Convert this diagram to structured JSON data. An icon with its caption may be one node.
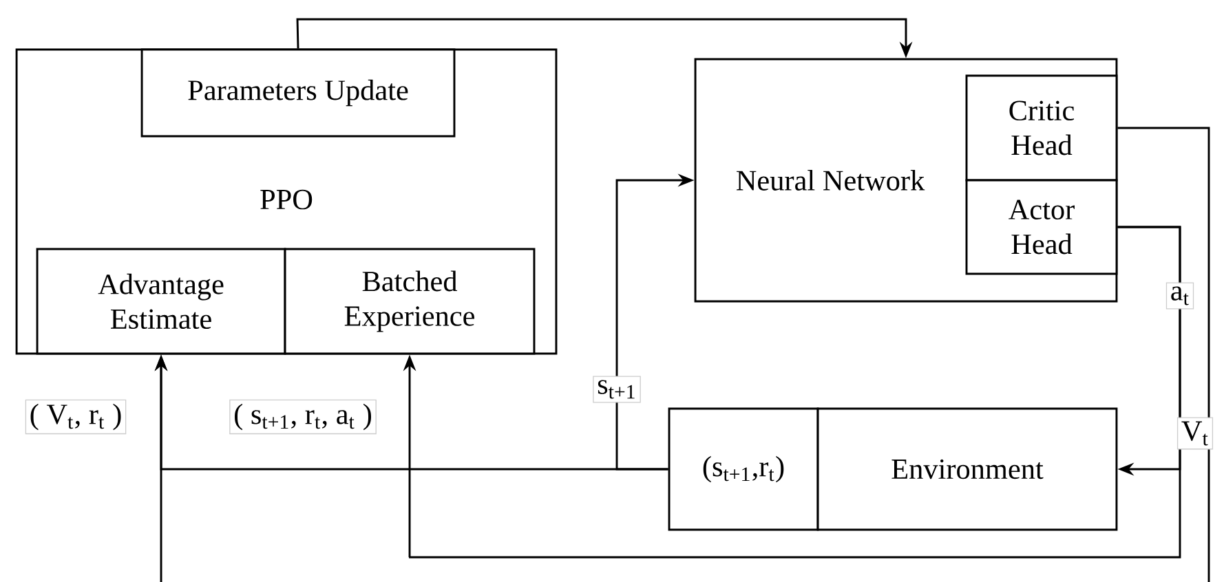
{
  "diagram": {
    "nodes": [
      {
        "text": [
          "PPO"
        ]
      },
      {
        "text": [
          "Parameters Update"
        ],
        "in": 0
      },
      {
        "text": [
          "Advantage Estimate"
        ],
        "in": 0
      },
      {
        "text": [
          "Batched Experience"
        ],
        "in": 0
      },
      {
        "text": [
          "Neural Network"
        ]
      },
      {
        "text": [
          "Critic Head"
        ],
        "in": 4
      },
      {
        "text": [
          "Actor Head"
        ],
        "in": 4
      },
      {
        "text": [
          "(s$_{t+1}$,r$_{t}$)"
        ]
      },
      {
        "text": [
          "Environment"
        ]
      }
    ],
    "edges": [
      {
        "from": 1,
        "to": 4,
        "arrow": "to"
      },
      {
        "from": 7,
        "to": 4,
        "arrow": "to",
        "label": "s$_{t+1}$"
      },
      {
        "from": 7,
        "to": 2,
        "arrow": "to"
      },
      {
        "from": 6,
        "to": 8,
        "arrow": "to",
        "label": "a$_{t}$"
      },
      {
        "from": 6,
        "to": 3,
        "arrow": "to"
      },
      {
        "from": 5,
        "to": null,
        "arrow": "none",
        "label": "V$_{t}$"
      },
      {
        "from": null,
        "to": 2,
        "arrow": "to"
      }
    ],
    "labels": [
      "( V$_{t}$, r$_{t}$ )",
      "( s$_{t+1}$, r$_{t}$, a$_{t}$ )"
    ]
  }
}
